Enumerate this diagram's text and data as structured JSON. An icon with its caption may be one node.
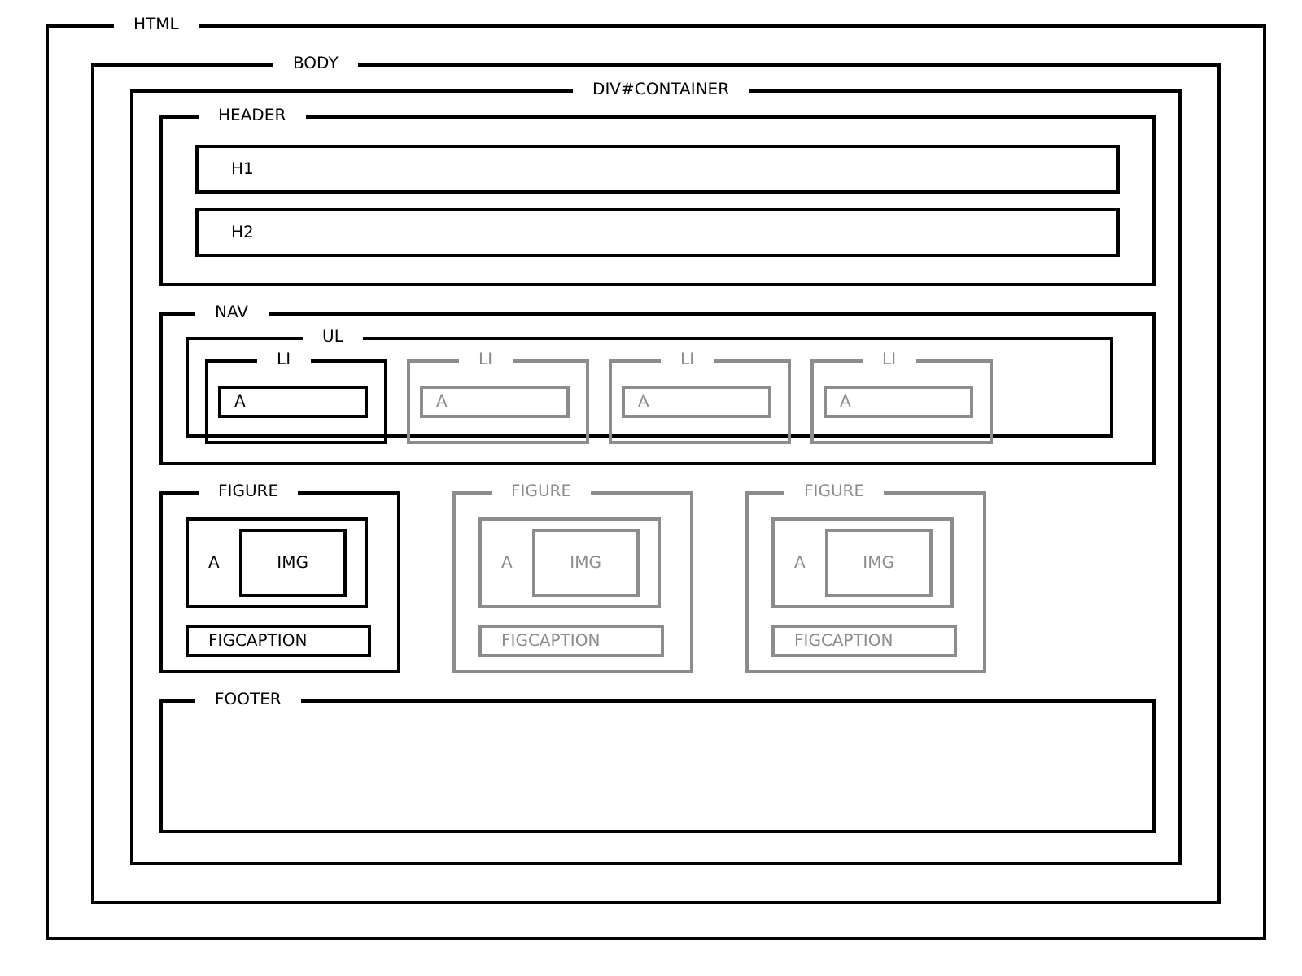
{
  "diagram": {
    "nodes": [
      {
        "text": [
          "HTML"
        ]
      },
      {
        "text": [
          "BODY"
        ],
        "in": 0
      },
      {
        "text": [
          "DIV#CONTAINER"
        ],
        "in": 1
      },
      {
        "text": [
          "HEADER"
        ],
        "in": 2
      },
      {
        "text": [
          "H1"
        ],
        "in": 3
      },
      {
        "text": [
          "H2"
        ],
        "in": 3
      },
      {
        "text": [
          "NAV"
        ],
        "in": 2
      },
      {
        "text": [
          "UL"
        ],
        "in": 6
      },
      {
        "text": [
          "LI"
        ],
        "in": 7
      },
      {
        "text": [
          "A"
        ],
        "in": 8
      },
      {
        "text": [
          "LI"
        ],
        "in": 7
      },
      {
        "text": [
          "A"
        ],
        "in": 10
      },
      {
        "text": [
          "LI"
        ],
        "in": 7
      },
      {
        "text": [
          "A"
        ],
        "in": 12
      },
      {
        "text": [
          "LI"
        ],
        "in": 7
      },
      {
        "text": [
          "A"
        ],
        "in": 14
      },
      {
        "text": [
          "FIGURE"
        ],
        "in": 2
      },
      {
        "text": [
          "A"
        ],
        "in": 16
      },
      {
        "text": [
          "IMG"
        ],
        "in": 17
      },
      {
        "text": [
          "FIGCAPTION"
        ],
        "in": 16
      },
      {
        "text": [
          "FIGURE"
        ],
        "in": 2
      },
      {
        "text": [
          "A"
        ],
        "in": 20
      },
      {
        "text": [
          "IMG"
        ],
        "in": 21
      },
      {
        "text": [
          "FIGCAPTION"
        ],
        "in": 20
      },
      {
        "text": [
          "FIGURE"
        ],
        "in": 2
      },
      {
        "text": [
          "A"
        ],
        "in": 24
      },
      {
        "text": [
          "IMG"
        ],
        "in": 25
      },
      {
        "text": [
          "FIGCAPTION"
        ],
        "in": 24
      },
      {
        "text": [
          "FOOTER"
        ],
        "in": 2
      }
    ]
  }
}
